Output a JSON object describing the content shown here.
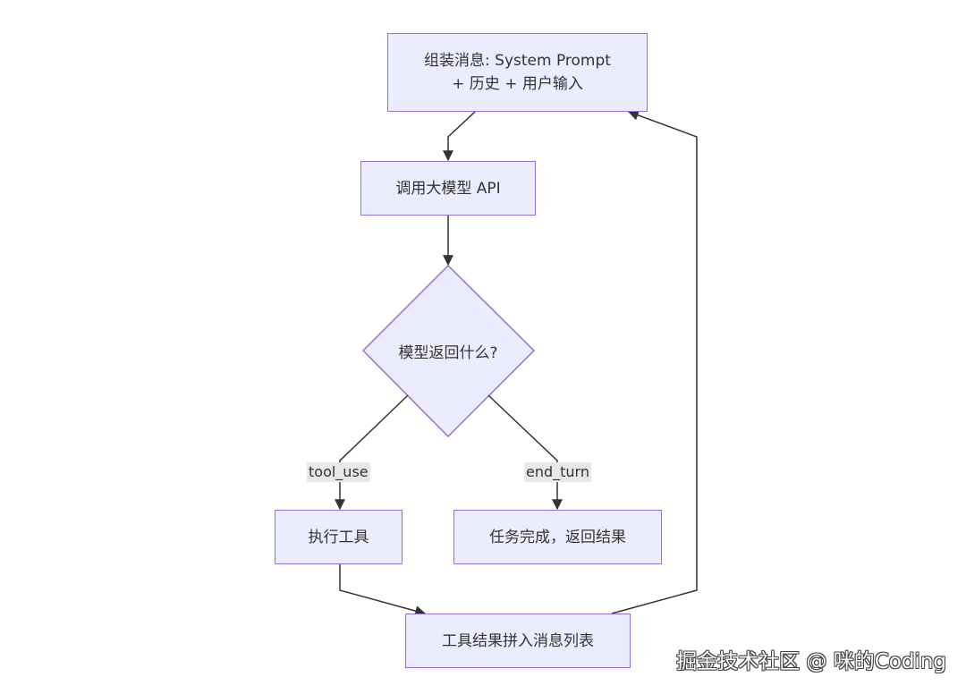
{
  "diagram": {
    "nodes": {
      "assemble": "组装消息: System Prompt\n+ 历史 + 用户输入",
      "call_api": "调用大模型 API",
      "decision": "模型返回什么?",
      "exec_tool": "执行工具",
      "done": "任务完成，返回结果",
      "append": "工具结果拼入消息列表"
    },
    "edge_labels": {
      "tool_use": "tool_use",
      "end_turn": "end_turn"
    },
    "colors": {
      "node_fill": "#ECECFF",
      "node_border": "#9370DB",
      "edge": "#333333",
      "edge_label_bg": "#e8e8e8"
    }
  },
  "watermark": "掘金技术社区 @ 咪的Coding"
}
